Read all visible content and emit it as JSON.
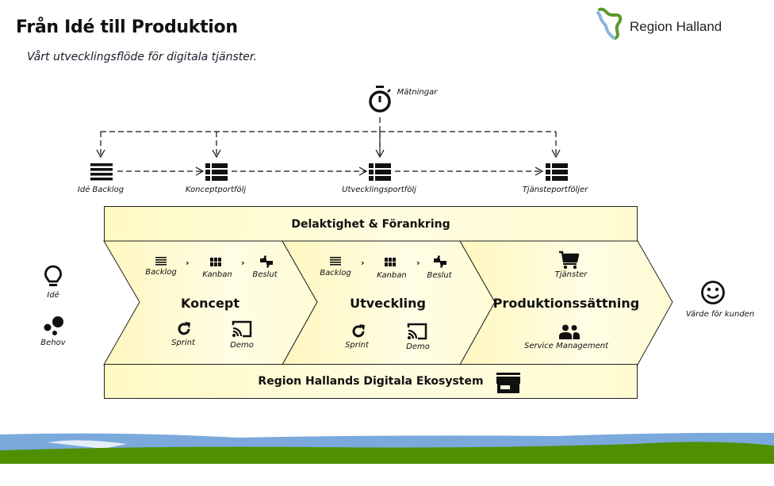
{
  "header": {
    "title": "Från Idé till Produktion",
    "subtitle": "Vårt utvecklingsflöde för digitala tjänster.",
    "logo_text": "Region Halland",
    "logo_colors": {
      "green": "#5a9a2a",
      "blue": "#8ab4dc"
    }
  },
  "metrics": {
    "label": "Mätningar",
    "icon": "stopwatch-icon"
  },
  "portfolios": [
    {
      "label": "Idé Backlog",
      "icon": "list-icon"
    },
    {
      "label": "Konceptportfölj",
      "icon": "table-list-icon"
    },
    {
      "label": "Utvecklingsportfölj",
      "icon": "table-list-icon"
    },
    {
      "label": "Tjänsteportföljer",
      "icon": "table-list-icon"
    }
  ],
  "bands": {
    "top": "Delaktighet & Förankring",
    "bottom": "Region Hallands Digitala Ekosystem",
    "bottom_icon": "store-icon"
  },
  "inputs": [
    {
      "label": "Idé",
      "icon": "lightbulb-icon"
    },
    {
      "label": "Behov",
      "icon": "bubbles-icon"
    }
  ],
  "output": {
    "label": "Värde för kunden",
    "icon": "smiley-icon"
  },
  "stages": [
    {
      "title": "Koncept",
      "steps": [
        {
          "label": "Backlog",
          "icon": "list-icon"
        },
        {
          "label": "Kanban",
          "icon": "grid-icon"
        },
        {
          "label": "Beslut",
          "icon": "thumbs-icon"
        }
      ],
      "activities": [
        {
          "label": "Sprint",
          "icon": "refresh-icon"
        },
        {
          "label": "Demo",
          "icon": "cast-icon"
        }
      ]
    },
    {
      "title": "Utveckling",
      "steps": [
        {
          "label": "Backlog",
          "icon": "list-icon"
        },
        {
          "label": "Kanban",
          "icon": "grid-icon"
        },
        {
          "label": "Beslut",
          "icon": "thumbs-icon"
        }
      ],
      "activities": [
        {
          "label": "Sprint",
          "icon": "refresh-icon"
        },
        {
          "label": "Demo",
          "icon": "cast-icon"
        }
      ]
    },
    {
      "title": "Produktionssättning",
      "top_item": {
        "label": "Tjänster",
        "icon": "cart-icon"
      },
      "bottom_item": {
        "label": "Service Management",
        "icon": "people-icon"
      }
    }
  ],
  "colors": {
    "band_fill": "#fff9c4",
    "stroke": "#222222",
    "grass": "#4f8f00",
    "sky": "#7ba9dc"
  }
}
